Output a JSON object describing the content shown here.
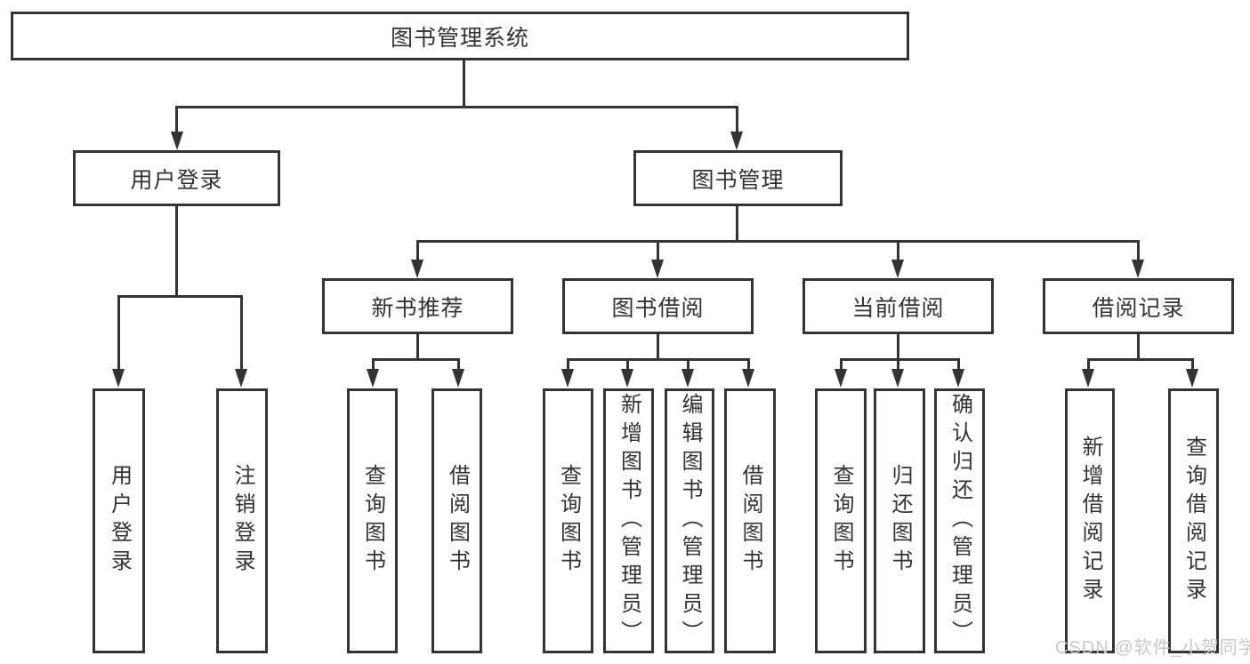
{
  "diagram": {
    "type": "hierarchy-tree",
    "root": {
      "label": "图书管理系统",
      "children": [
        {
          "label": "用户登录",
          "children": [
            {
              "label": "用户登录"
            },
            {
              "label": "注销登录"
            }
          ]
        },
        {
          "label": "图书管理",
          "children": [
            {
              "label": "新书推荐",
              "children": [
                {
                  "label": "查询图书"
                },
                {
                  "label": "借阅图书"
                }
              ]
            },
            {
              "label": "图书借阅",
              "children": [
                {
                  "label": "查询图书"
                },
                {
                  "label": "新增图书（管理员）"
                },
                {
                  "label": "编辑图书（管理员）"
                },
                {
                  "label": "借阅图书"
                }
              ]
            },
            {
              "label": "当前借阅",
              "children": [
                {
                  "label": "查询图书"
                },
                {
                  "label": "归还图书"
                },
                {
                  "label": "确认归还（管理员）"
                }
              ]
            },
            {
              "label": "借阅记录",
              "children": [
                {
                  "label": "新增借阅记录"
                },
                {
                  "label": "查询借阅记录"
                }
              ]
            }
          ]
        }
      ]
    }
  },
  "watermark": {
    "text": "CSDN @软件_小贺同学"
  },
  "colors": {
    "line": "#333333",
    "box_border": "#333333",
    "box_fill": "#ffffff",
    "text": "#333333",
    "watermark_text": "#c8c8c8",
    "background": "#ffffff"
  }
}
